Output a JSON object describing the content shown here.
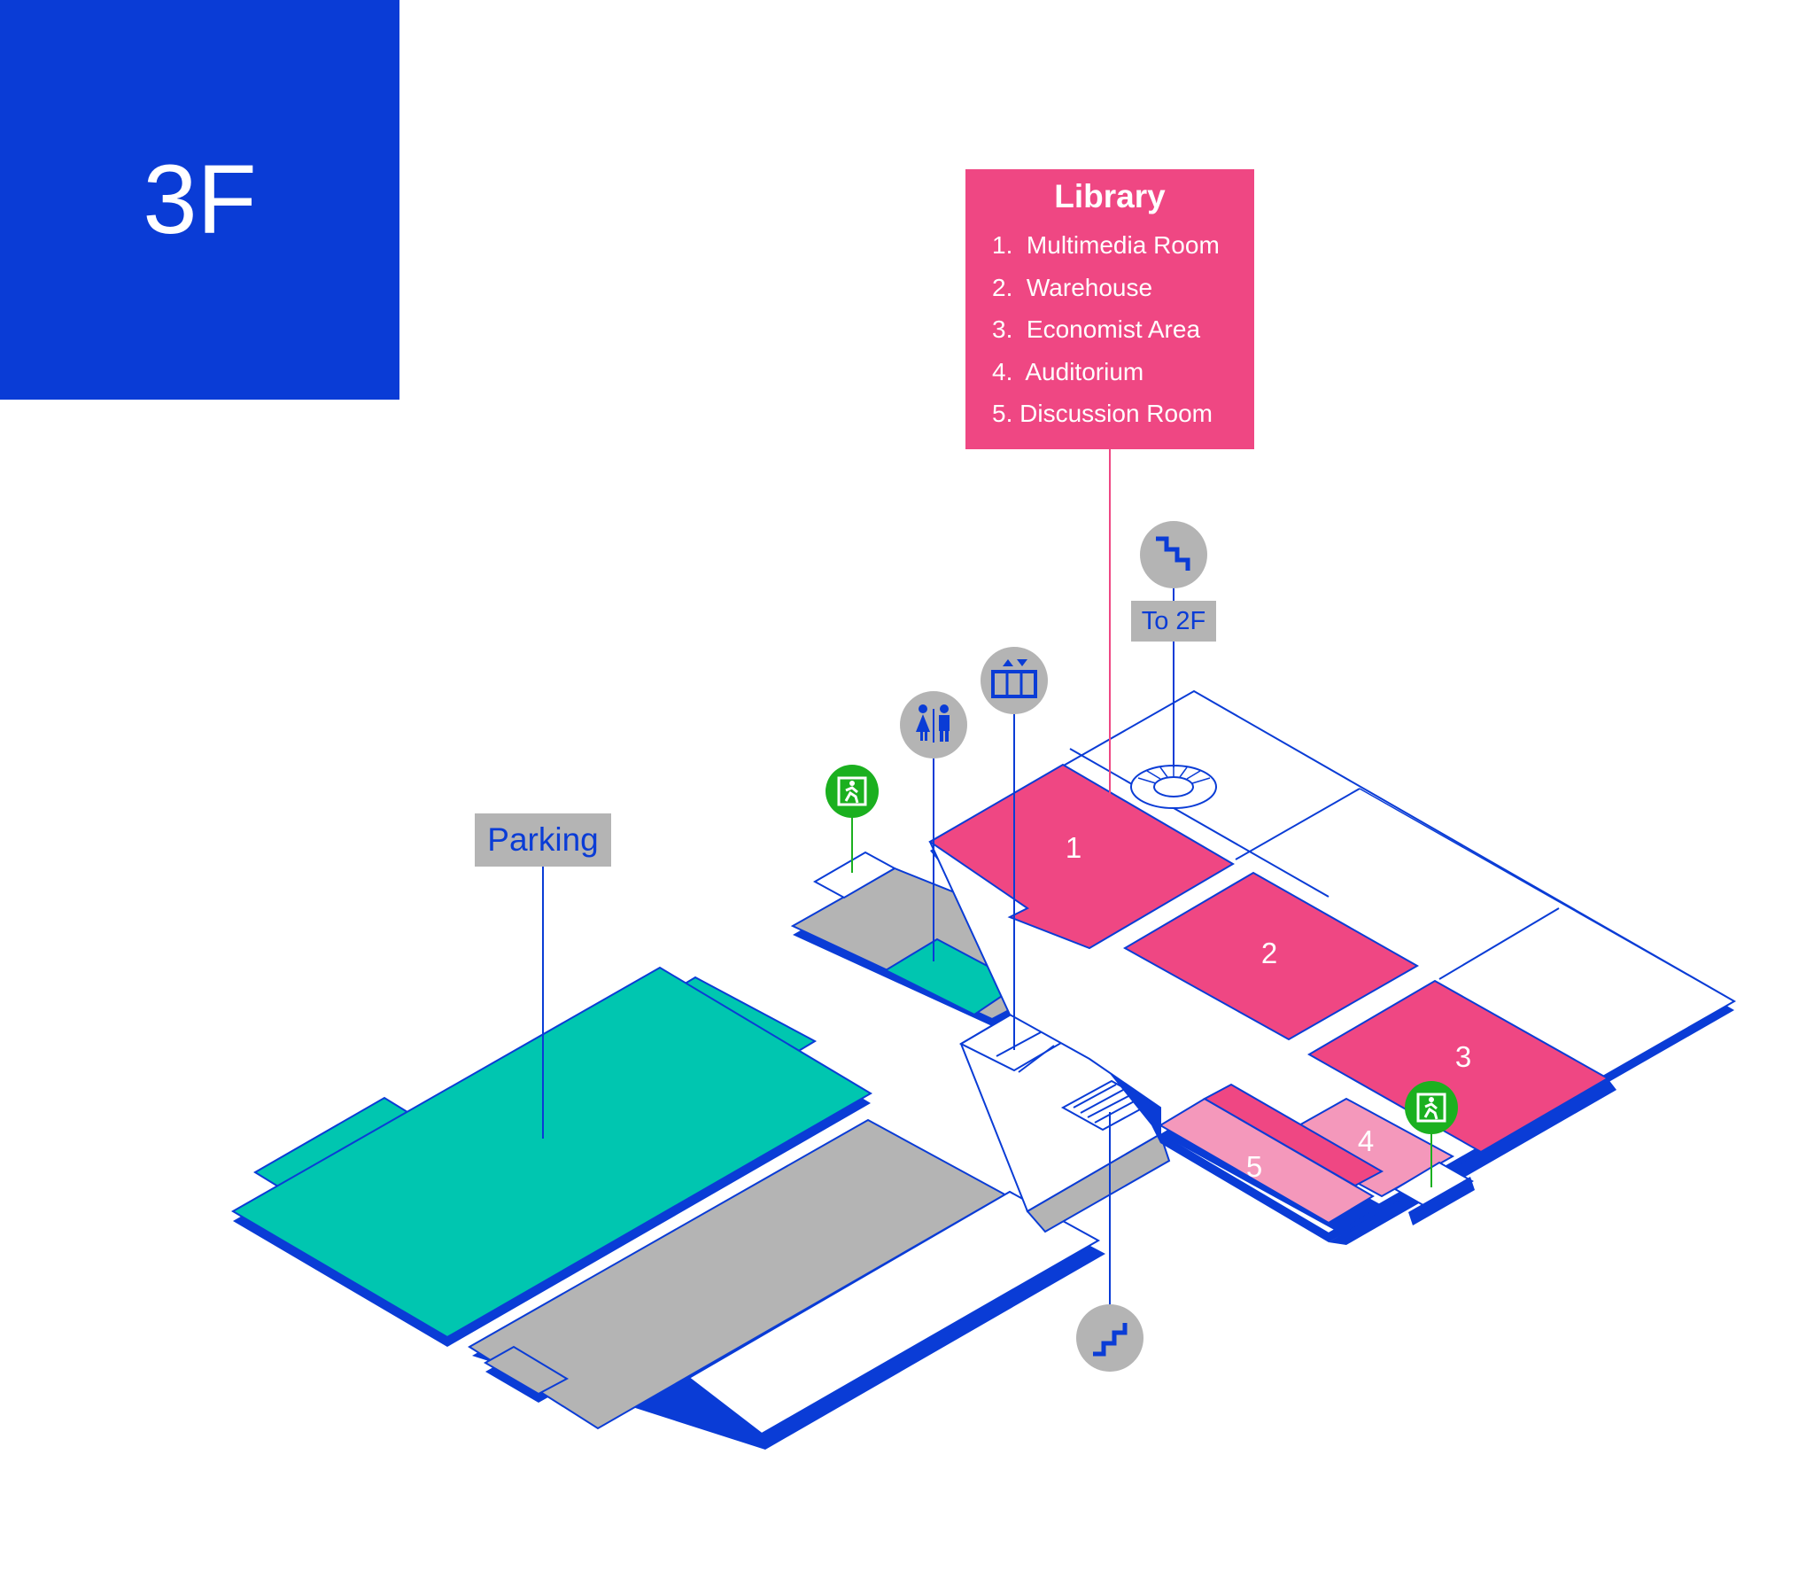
{
  "floor_label": "3F",
  "legend": {
    "title": "Library",
    "items": [
      {
        "number": "1.",
        "name": "Multimedia Room"
      },
      {
        "number": "2.",
        "name": "Warehouse"
      },
      {
        "number": "3.",
        "name": "Economist Area"
      },
      {
        "number": "4.",
        "name": "Auditorium"
      },
      {
        "number": "5.",
        "name": "Discussion Room"
      }
    ]
  },
  "labels": {
    "parking": "Parking",
    "to_2f": "To 2F"
  },
  "room_numbers": [
    "1",
    "2",
    "3",
    "4",
    "5"
  ],
  "icons": [
    "emergency-exit-icon",
    "restroom-icon",
    "elevator-icon",
    "stairs-down-icon",
    "stairs-up-icon"
  ],
  "colors": {
    "brand_blue": "#0a3cd6",
    "library_pink": "#ef4783",
    "light_pink": "#f498bb",
    "parking_teal": "#00c6b0",
    "neutral_gray": "#b4b4b4",
    "exit_green": "#1bb01f"
  }
}
